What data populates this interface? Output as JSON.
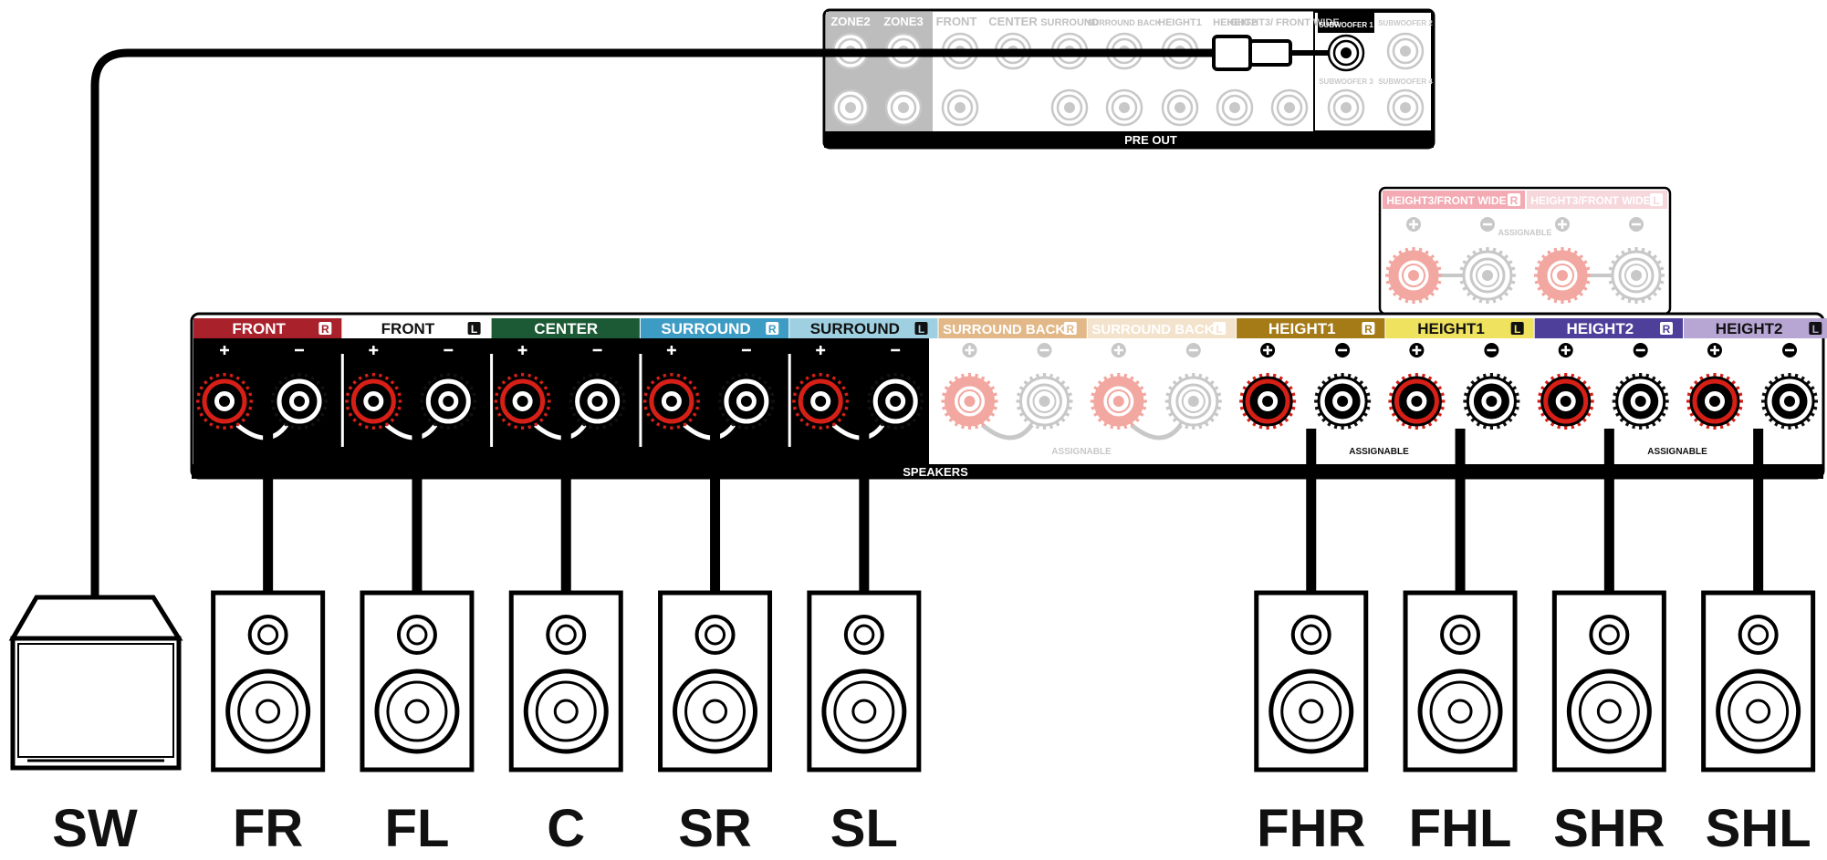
{
  "pre_out": {
    "title": "PRE OUT",
    "zone_labels": [
      "ZONE2",
      "ZONE3"
    ],
    "channel_labels": [
      "FRONT",
      "CENTER",
      "SURROUND",
      "SURROUND BACK",
      "HEIGHT1",
      "HEIGHT2",
      "HEIGHT3/ FRONT WIDE"
    ],
    "subwoofer_labels": [
      "SUBWOOFER 1",
      "SUBWOOFER 2",
      "SUBWOOFER 3",
      "SUBWOOFER 4"
    ]
  },
  "height3_panel": {
    "labels": [
      "HEIGHT3/FRONT WIDE",
      "HEIGHT3/FRONT WIDE"
    ],
    "sides": [
      "R",
      "L"
    ],
    "assignable": "ASSIGNABLE"
  },
  "speakers_panel": {
    "title": "SPEAKERS",
    "assignable": [
      "ASSIGNABLE",
      "ASSIGNABLE",
      "ASSIGNABLE"
    ],
    "channels": [
      {
        "name": "FRONT",
        "side": "R",
        "color": "#a8212b",
        "text_color": "#ffffff",
        "active": true
      },
      {
        "name": "FRONT",
        "side": "L",
        "color": "#ffffff",
        "text_color": "#111111",
        "active": true
      },
      {
        "name": "CENTER",
        "side": "",
        "color": "#1b5a34",
        "text_color": "#ffffff",
        "active": true
      },
      {
        "name": "SURROUND",
        "side": "R",
        "color": "#3d9cc4",
        "text_color": "#ffffff",
        "active": true
      },
      {
        "name": "SURROUND",
        "side": "L",
        "color": "#9fd0e2",
        "text_color": "#111111",
        "active": true
      },
      {
        "name": "SURROUND BACK",
        "side": "R",
        "color": "#e2b888",
        "text_color": "#ffffff",
        "active": false
      },
      {
        "name": "SURROUND BACK",
        "side": "L",
        "color": "#f3e3cc",
        "text_color": "#ffffff",
        "active": false
      },
      {
        "name": "HEIGHT1",
        "side": "R",
        "color": "#a57b18",
        "text_color": "#ffffff",
        "active": true
      },
      {
        "name": "HEIGHT1",
        "side": "L",
        "color": "#efe25e",
        "text_color": "#111111",
        "active": true
      },
      {
        "name": "HEIGHT2",
        "side": "R",
        "color": "#4e3f9a",
        "text_color": "#ffffff",
        "active": true
      },
      {
        "name": "HEIGHT2",
        "side": "L",
        "color": "#b7a6d4",
        "text_color": "#111111",
        "active": true
      }
    ]
  },
  "speaker_labels": [
    "SW",
    "FR",
    "FL",
    "C",
    "SR",
    "SL",
    "FHR",
    "FHL",
    "SHR",
    "SHL"
  ],
  "colors": {
    "terminal_red": "#d61f16",
    "panel_black": "#000000",
    "faded_gray": "#c8c8c8"
  }
}
